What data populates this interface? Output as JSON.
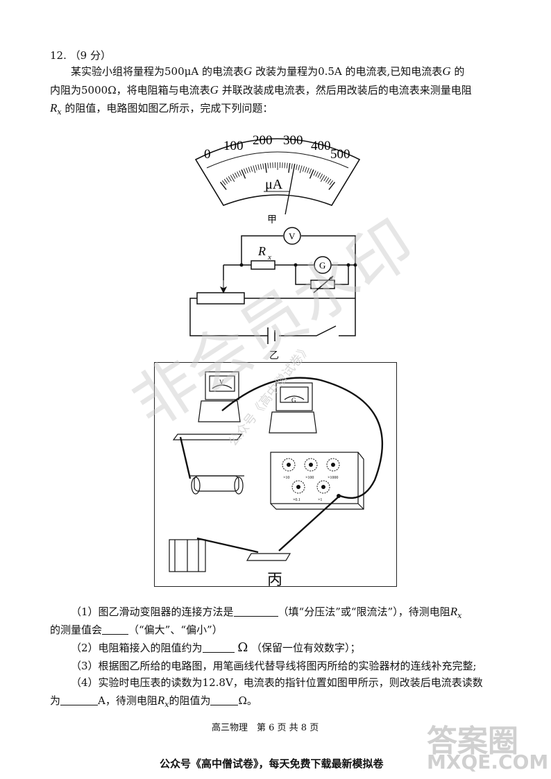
{
  "question": {
    "number": "12.",
    "points": "（9 分）",
    "intro_1a": "某实验小组将量程为",
    "intro_1_range": "500μA",
    "intro_1b": " 的电流表",
    "intro_1_G": "G",
    "intro_1c": " 改装为量程为",
    "intro_1_range2": "0.5A",
    "intro_1d": " 的电流表,已知电流表",
    "intro_1_G2": "G",
    "intro_1e": " 的",
    "intro_2a": "内阻为",
    "intro_2_r": "5000Ω",
    "intro_2b": "，将电阻箱与电流表",
    "intro_2_G": "G",
    "intro_2c": " 并联改装成电流表，然后用改装后的电流表来测量电阻",
    "intro_3_R": "R",
    "intro_3_sub": "x",
    "intro_3b": " 的阻值，电路图如图乙所示，完成下列问题："
  },
  "figures": {
    "meter": {
      "ticks": [
        "0",
        "100",
        "200",
        "300",
        "400",
        "500"
      ],
      "unit": "μA",
      "needle_reading": 320,
      "label": "甲"
    },
    "circuit": {
      "voltmeter": "V",
      "galvanometer": "G",
      "resistor": "R",
      "resistor_sub": "x",
      "label": "乙"
    },
    "apparatus": {
      "voltmeter": "V",
      "galvanometer": "G",
      "box_dials": [
        "×10",
        "×100",
        "×1000",
        "×0.1",
        "×1"
      ],
      "label": "丙"
    }
  },
  "questions": {
    "q1a": "（1）图乙滑动变阻器的连接方法是",
    "q1b": "（填“分压法”或“限流法”），待测电阻",
    "q1_R": "R",
    "q1_sub": "x",
    "q1c": "的测量值会",
    "q1d": "（“偏大”、“偏小”）",
    "q2a": "（2）电阻箱接入的阻值约为",
    "q2_unit": "Ω",
    "q2b": "（保留一位有效数字）；",
    "q3": "（3）根据图乙所给的电路图，用笔画线代替导线将图丙所给的实验器材的连线补充完整;",
    "q4a": "（4）实验时电压表的读数为",
    "q4_v": "12.8V",
    "q4b": "，电流表的指针位置如图甲所示，则改装后电流表读数",
    "q4c": "为",
    "q4d": "A，待测电阻",
    "q4_R": "R",
    "q4_sub": "x",
    "q4e": "的阻值为",
    "q4_unit": "Ω",
    "q4f": "。"
  },
  "footer": {
    "page": "高三物理　第 6 页 共 8 页",
    "ad": "公众号《高中僧试卷》，每天免费下载最新模拟卷"
  },
  "watermarks": {
    "big": "非会员水印",
    "diag": "公众号《高中僧试卷》",
    "logo": "答案圈",
    "site": "MXQE.COM"
  }
}
